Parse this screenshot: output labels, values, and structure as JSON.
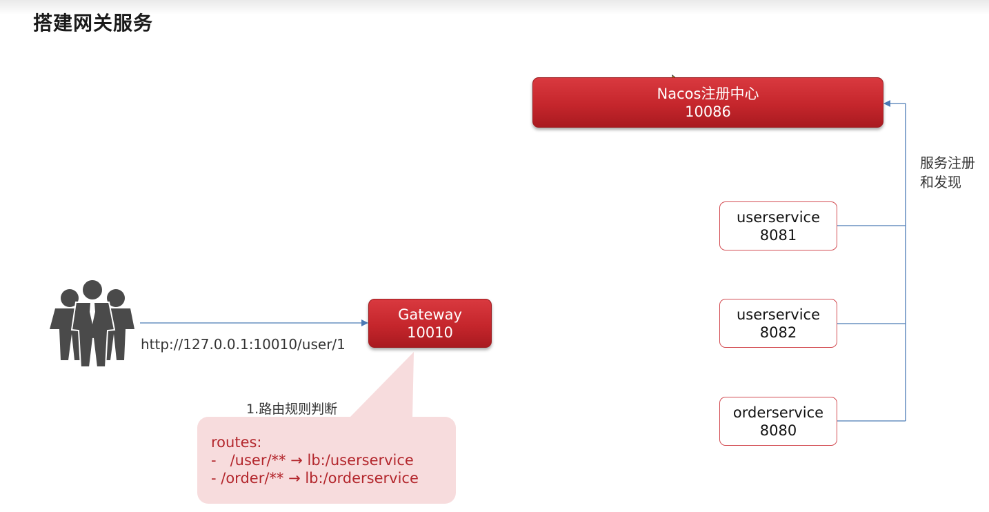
{
  "title": "搭建网关服务",
  "nacos": {
    "name": "Nacos注册中心",
    "port": "10086"
  },
  "gateway": {
    "name": "Gateway",
    "port": "10010"
  },
  "services": [
    {
      "name": "userservice",
      "port": "8081"
    },
    {
      "name": "userservice",
      "port": "8082"
    },
    {
      "name": "orderservice",
      "port": "8080"
    }
  ],
  "registration_label": [
    "服务注册",
    "和发现"
  ],
  "request_url": "http://127.0.0.1:10010/user/1",
  "routing_label": "1.路由规则判断",
  "routes": {
    "header": "routes:",
    "lines": [
      "-   /user/** → lb:/userservice",
      "- /order/** → lb:/orderservice"
    ]
  },
  "colors": {
    "box_red": "#c5262c",
    "route_text": "#b3262c",
    "route_bg": "#f7dcdd",
    "arrow": "#4a7ab5",
    "users": "#4a4a4a"
  },
  "icons": [
    "users-icon",
    "mouse-cursor-icon"
  ]
}
